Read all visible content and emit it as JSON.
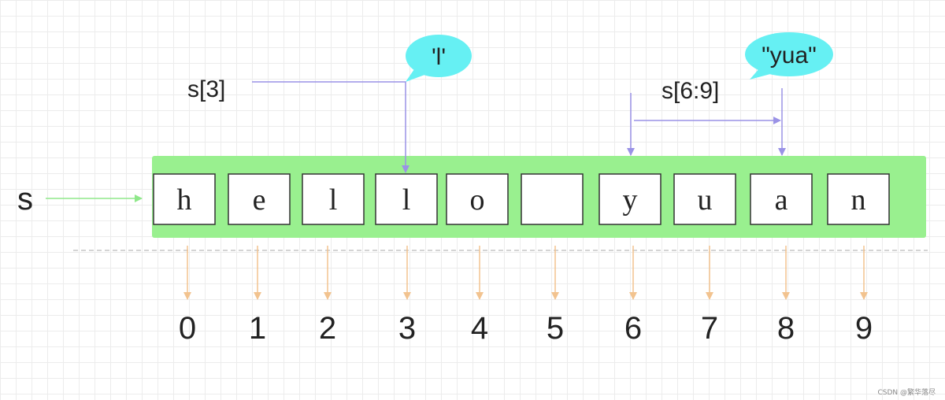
{
  "string_name": "s",
  "characters": [
    "h",
    "e",
    "l",
    "l",
    "o",
    "",
    "y",
    "u",
    "a",
    "n"
  ],
  "indices": [
    "0",
    "1",
    "2",
    "3",
    "4",
    "5",
    "6",
    "7",
    "8",
    "9"
  ],
  "index_access": {
    "label": "s[3]",
    "result": "'l'",
    "target_index": 3
  },
  "slice_access": {
    "label": "s[6:9]",
    "result": "\"yua\"",
    "start_index": 6,
    "end_index": 8
  },
  "watermark": "CSDN @繁华落尽",
  "colors": {
    "container": "#99f08f",
    "cell_fill": "#ffffff",
    "cell_border": "#333333",
    "bubble": "#66f0f3",
    "access_arrow": "#9a92e6",
    "index_arrow": "#f2c38f",
    "s_arrow": "#8fe88a",
    "divider": "#aaaaaa"
  }
}
